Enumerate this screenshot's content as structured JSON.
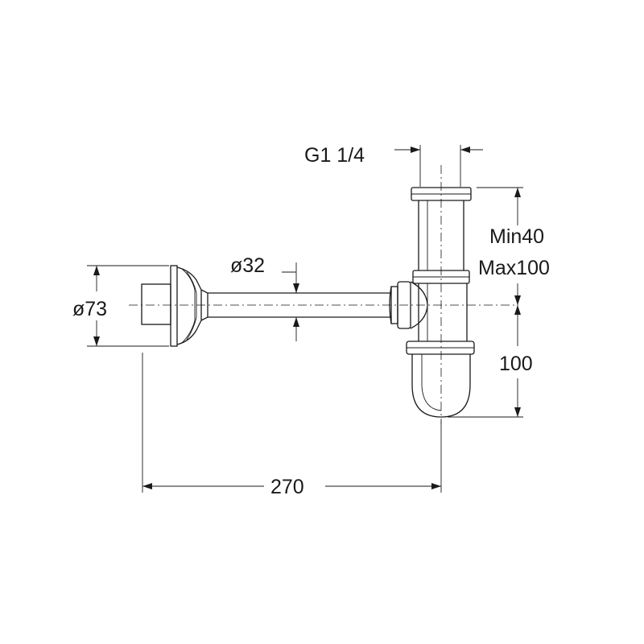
{
  "labels": {
    "thread": "G1 1/4",
    "min": "Min40",
    "max": "Max100",
    "outlet_diameter": "ø32",
    "flange_diameter": "ø73",
    "trap_height": "100",
    "length": "270"
  },
  "colors": {
    "ink": "#1a1a1a",
    "background": "#ffffff"
  }
}
